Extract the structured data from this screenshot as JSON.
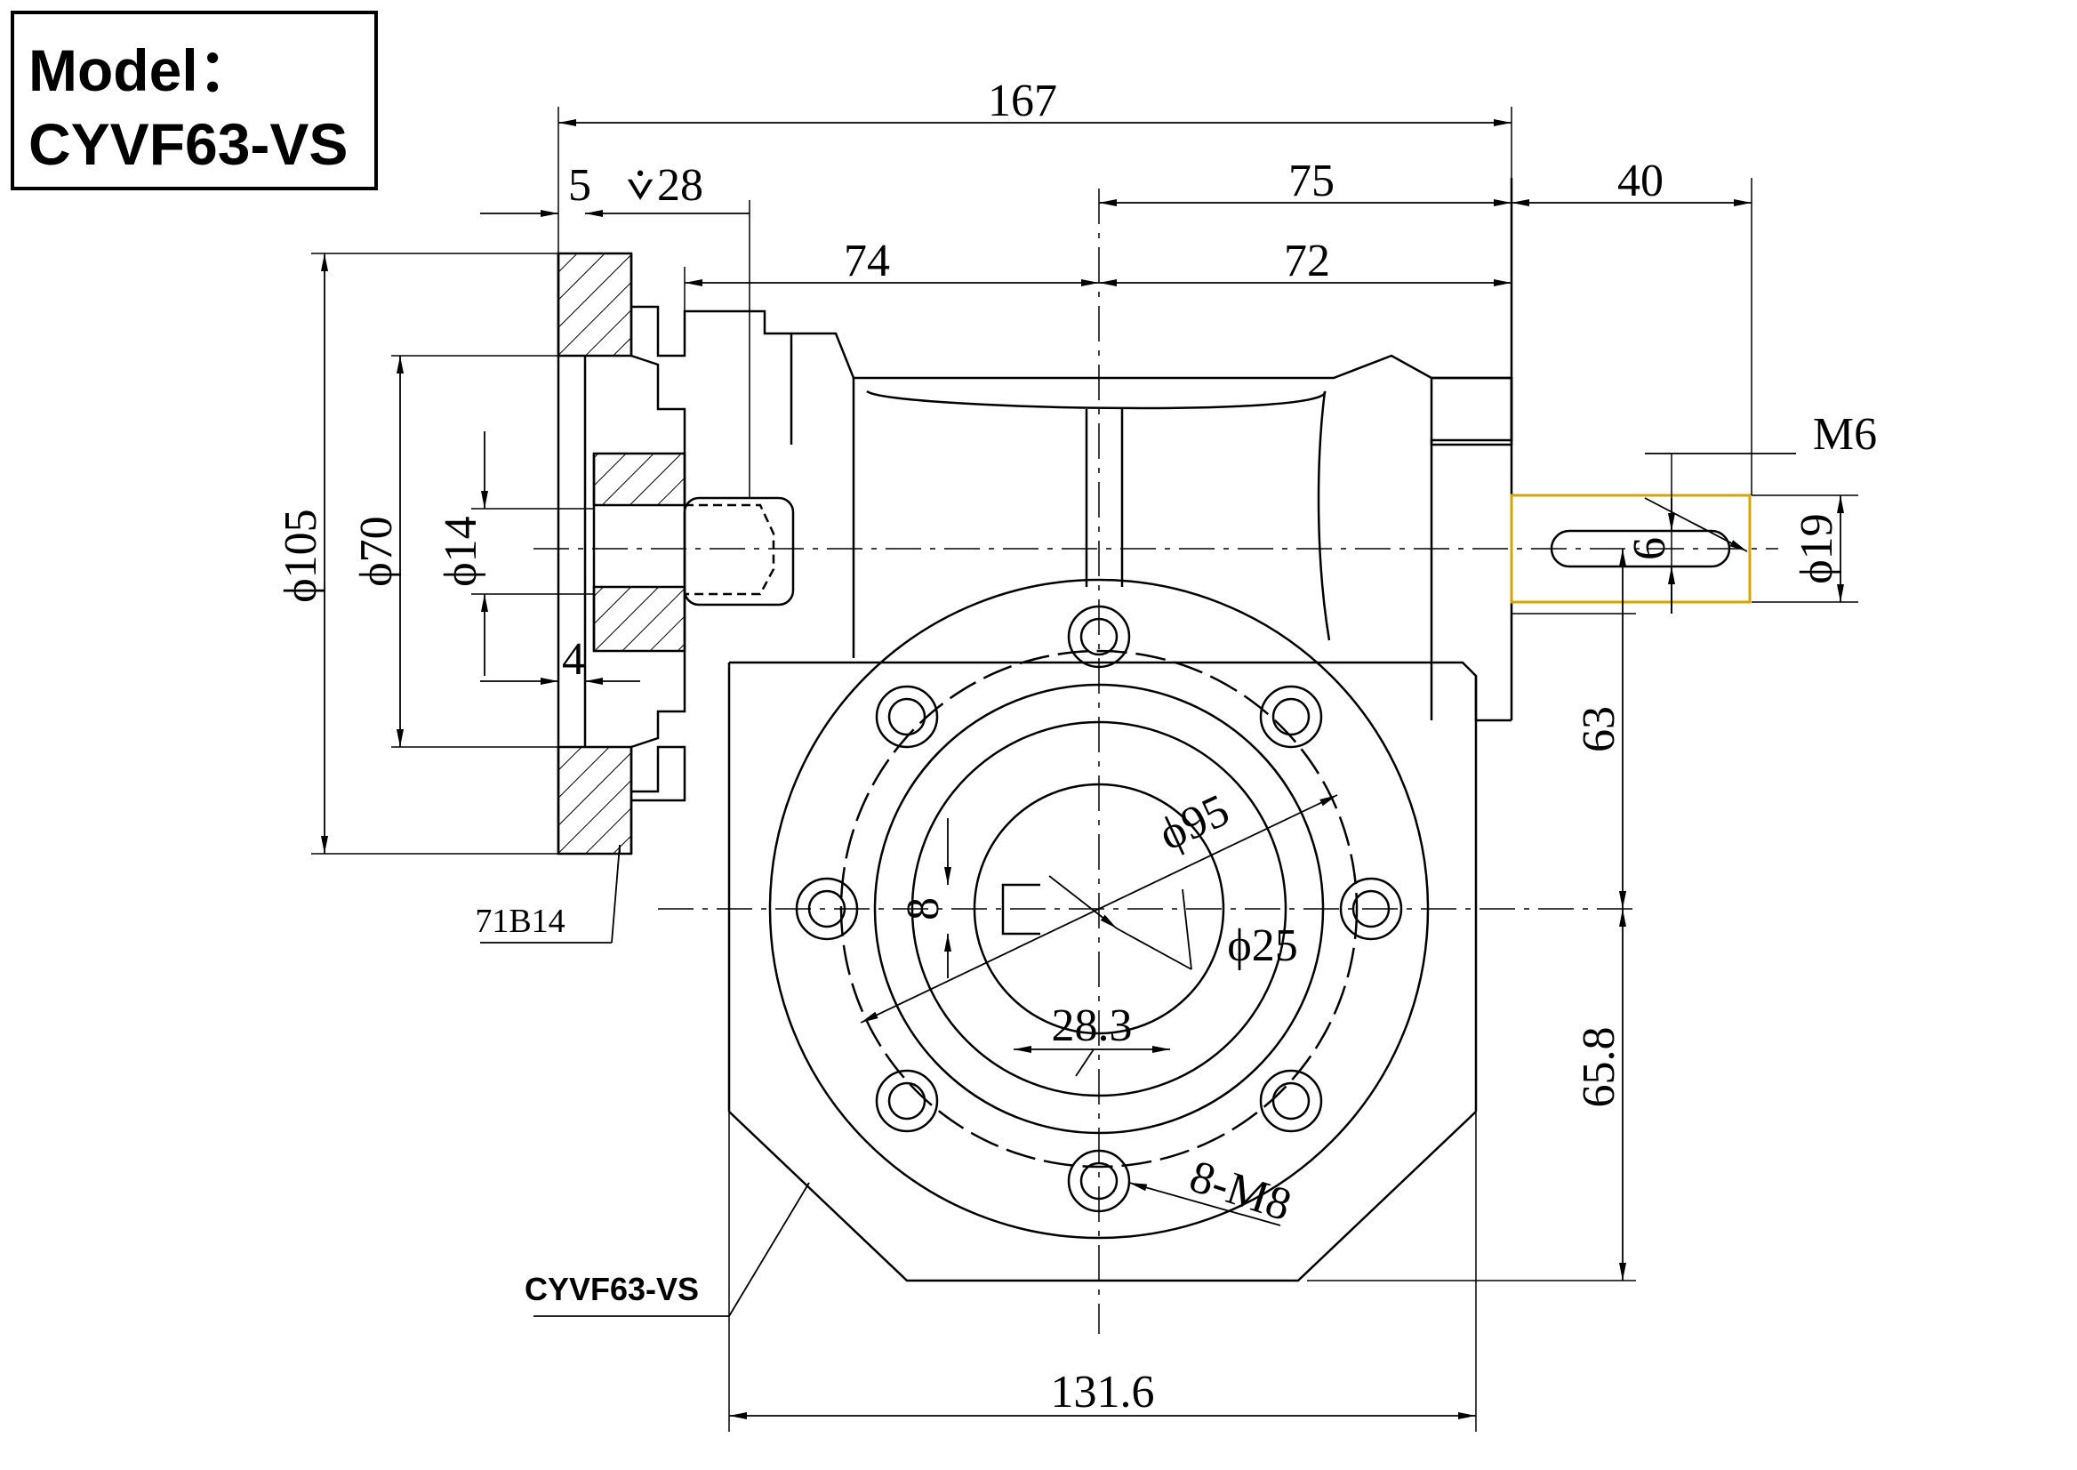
{
  "model_box": {
    "line1": "Model：",
    "line2": "CYVF63-VS"
  },
  "callout_label": "CYVF63-VS",
  "flange_code": "71B14",
  "dimensions": {
    "overall_length": "167",
    "flange_thickness": "5",
    "bore_depth": "28",
    "input_to_center": "74",
    "center_to_face": "72",
    "center_to_output": "75",
    "shaft_length": "40",
    "flange_dia": "105",
    "pilot_dia": "70",
    "input_bore_dia": "14",
    "spigot": "4",
    "thread": "M6",
    "shaft_dia": "19",
    "key_width": "6",
    "center_height_top": "63",
    "center_height_bottom": "65.8",
    "bolt_circle_dia": "95",
    "output_bore_dia": "25",
    "keyway_width": "8",
    "keyway_depth": "28.3",
    "bolt_holes": "8-M8",
    "base_width": "131.6"
  },
  "colors": {
    "line": "#000000",
    "shaft": "#d4a400"
  }
}
